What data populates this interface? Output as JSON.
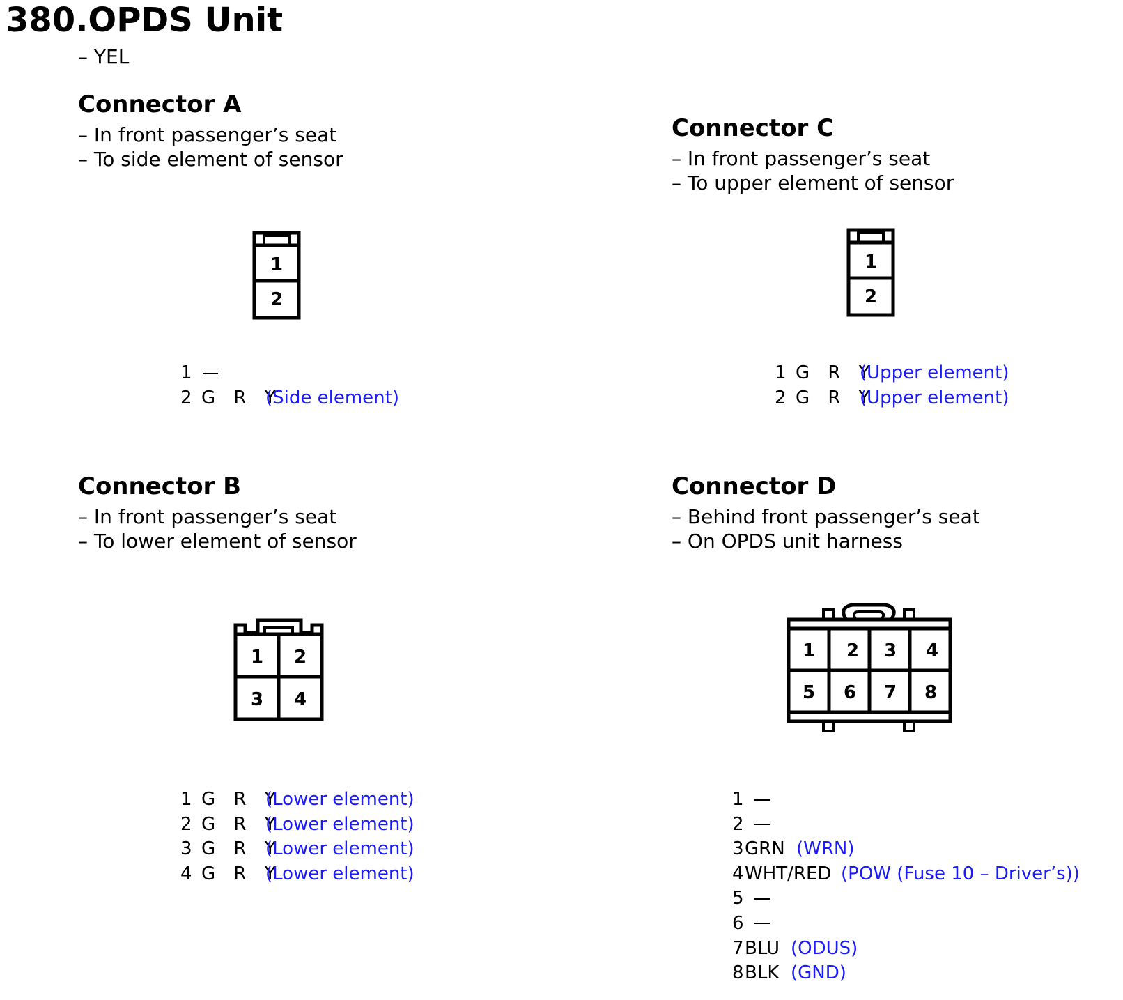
{
  "title": "380.OPDS Unit",
  "color_line": "– YEL",
  "note_color": "#1a1aff",
  "connectors": {
    "a": {
      "title": "Connector A",
      "desc": [
        "– In front passenger’s seat",
        "– To side element of sensor"
      ],
      "cells": [
        "1",
        "2"
      ],
      "pins": [
        {
          "num": "1",
          "wire": "",
          "note": ""
        },
        {
          "num": "2",
          "wire": "G R Y",
          "note": "(Side element)"
        }
      ]
    },
    "b": {
      "title": "Connector B",
      "desc": [
        "– In front passenger’s seat",
        "– To lower element of sensor"
      ],
      "cells": [
        "1",
        "2",
        "3",
        "4"
      ],
      "pins": [
        {
          "num": "1",
          "wire": "G R Y",
          "note": "(Lower element)"
        },
        {
          "num": "2",
          "wire": "G R Y",
          "note": "(Lower element)"
        },
        {
          "num": "3",
          "wire": "G R Y",
          "note": "(Lower element)"
        },
        {
          "num": "4",
          "wire": "G R Y",
          "note": "(Lower element)"
        }
      ]
    },
    "c": {
      "title": "Connector C",
      "desc": [
        "– In front passenger’s seat",
        "– To upper element of sensor"
      ],
      "cells": [
        "1",
        "2"
      ],
      "pins": [
        {
          "num": "1",
          "wire": "G R Y",
          "note": "(Upper element)"
        },
        {
          "num": "2",
          "wire": "G R Y",
          "note": "(Upper element)"
        }
      ]
    },
    "d": {
      "title": "Connector D",
      "desc": [
        "– Behind front passenger’s seat",
        "– On OPDS unit harness"
      ],
      "cells": [
        "1",
        "2",
        "3",
        "4",
        "5",
        "6",
        "7",
        "8"
      ],
      "pins": [
        {
          "num": "1",
          "wire": "",
          "note": ""
        },
        {
          "num": "2",
          "wire": "",
          "note": ""
        },
        {
          "num": "3",
          "wire": "GRN",
          "note": "(WRN)"
        },
        {
          "num": "4",
          "wire": "WHT/RED",
          "note": "(POW (Fuse 10 – Driver’s))"
        },
        {
          "num": "5",
          "wire": "",
          "note": ""
        },
        {
          "num": "6",
          "wire": "",
          "note": ""
        },
        {
          "num": "7",
          "wire": "BLU",
          "note": "(ODUS)"
        },
        {
          "num": "8",
          "wire": "BLK",
          "note": "(GND)"
        }
      ]
    }
  }
}
